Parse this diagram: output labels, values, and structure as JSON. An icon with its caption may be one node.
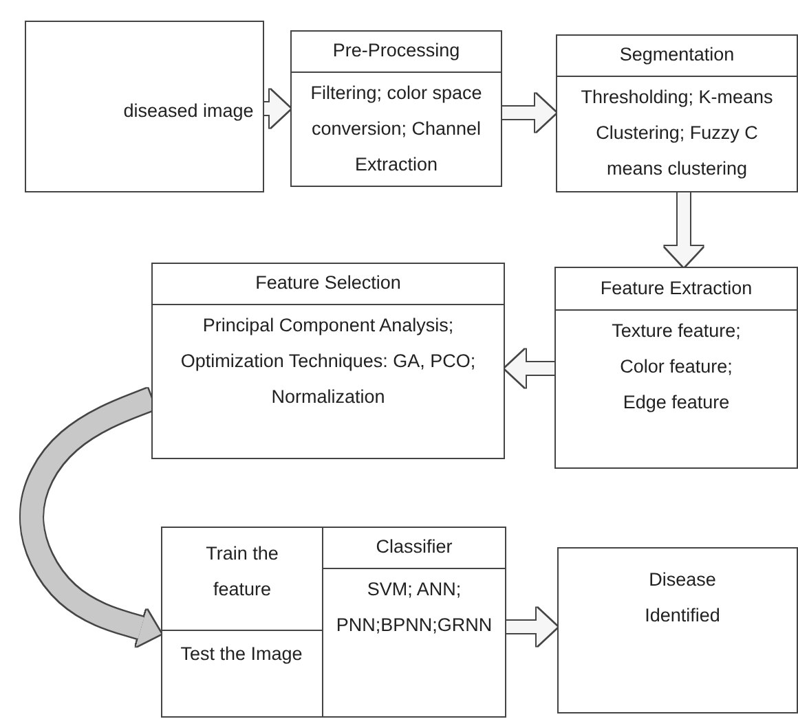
{
  "diagram": {
    "nodes": [
      {
        "text": [
          "diseased image"
        ]
      },
      {
        "text": [
          "Pre-Processing",
          "Filtering; color space conversion; Channel Extraction"
        ]
      },
      {
        "text": [
          "Segmentation",
          "Thresholding; K-means Clustering; Fuzzy C means clustering"
        ]
      },
      {
        "text": [
          "Feature Selection",
          "Principal Component Analysis; Optimization Techniques: GA, PCO; Normalization"
        ]
      },
      {
        "text": [
          "Feature Extraction",
          "Texture feature; Color feature; Edge feature"
        ]
      },
      {
        "text": [
          "Train the feature"
        ]
      },
      {
        "text": [
          "Test the Image"
        ]
      },
      {
        "text": [
          "Classifier",
          "SVM; ANN; PNN;BPNN;GRNN"
        ]
      },
      {
        "text": [
          "Disease Identified"
        ]
      }
    ],
    "edges": [
      {
        "from": 0,
        "to": 1,
        "arrow": "to"
      },
      {
        "from": 1,
        "to": 2,
        "arrow": "to"
      },
      {
        "from": 2,
        "to": 4,
        "arrow": "to"
      },
      {
        "from": 4,
        "to": 3,
        "arrow": "to"
      },
      {
        "from": 3,
        "to": 5,
        "arrow": "to",
        "color": "#c8c8c8"
      },
      {
        "from": 7,
        "to": 8,
        "arrow": "to"
      }
    ]
  }
}
